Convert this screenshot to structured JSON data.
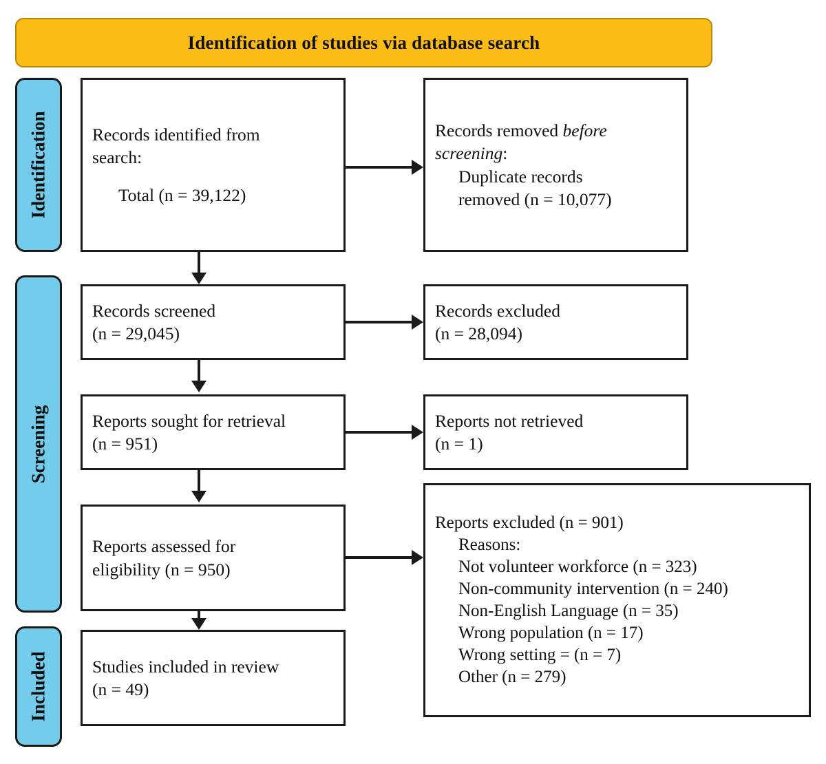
{
  "diagram": {
    "type": "prisma-flow-diagram",
    "header": {
      "title": "Identification of studies via database search"
    },
    "stages": [
      {
        "id": "identification",
        "label": "Identification"
      },
      {
        "id": "screening",
        "label": "Screening"
      },
      {
        "id": "included",
        "label": "Included"
      }
    ],
    "boxes": {
      "identified": {
        "line1": "Records identified from",
        "line2": "search:",
        "line3": "Total (n = 39,122)"
      },
      "removed": {
        "line1_prefix": "Records removed ",
        "line1_italic": "before",
        "line2_italic": "screening",
        "line2_suffix": ":",
        "line3": "Duplicate records",
        "line4": "removed (n = 10,077)"
      },
      "screened": {
        "line1": "Records screened",
        "line2": "(n = 29,045)"
      },
      "excluded": {
        "line1": "Records excluded",
        "line2": "(n = 28,094)"
      },
      "sought": {
        "line1": "Reports sought for retrieval",
        "line2": "(n = 951)"
      },
      "not_retrieved": {
        "line1": "Reports not retrieved",
        "line2": "(n = 1)"
      },
      "assessed": {
        "line1": "Reports assessed for",
        "line2": "eligibility (n = 950)"
      },
      "reasons": {
        "heading": "Reports excluded (n = 901)",
        "subheading": "Reasons:",
        "items": [
          "Not volunteer workforce (n = 323)",
          "Non-community intervention (n = 240)",
          "Non-English Language (n = 35)",
          "Wrong population (n = 17)",
          "Wrong setting = (n = 7)",
          "Other (n = 279)"
        ]
      },
      "included": {
        "line1": "Studies included in review",
        "line2": "(n = 49)"
      }
    },
    "colors": {
      "header_fill": "#FBBC16",
      "header_border": "#B8860B",
      "stage_fill": "#74CCEC",
      "stage_border": "#1a1a1a",
      "box_border": "#1a1a1a",
      "box_fill": "#FFFFFF",
      "connector": "#1a1a1a",
      "text": "#111111"
    }
  }
}
